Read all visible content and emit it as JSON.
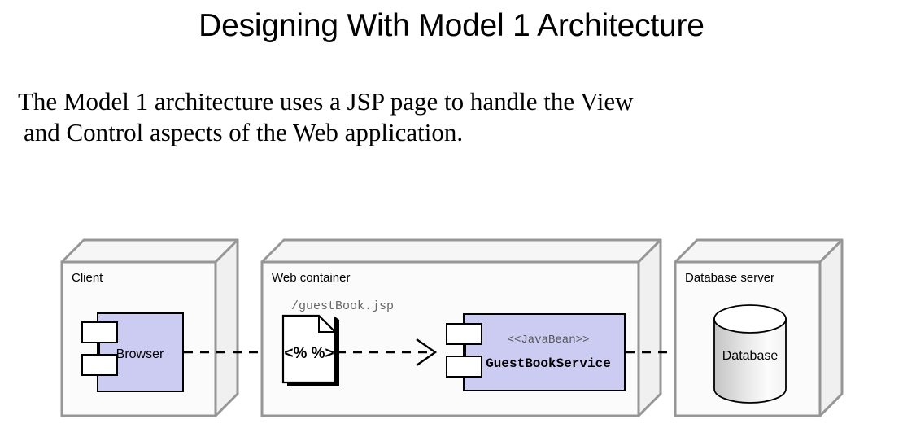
{
  "slide": {
    "title": "Designing With Model 1 Architecture",
    "body_line_1": "The Model 1 architecture uses a JSP page to handle the View",
    "body_line_2": "and Control aspects of the Web application."
  },
  "colors": {
    "component_fill": "#ccccf2",
    "component_stroke": "#000000",
    "node_face": "#fbfbfb",
    "node_top": "#f4f4f4",
    "node_side": "#f0f0f0",
    "node_stroke": "#969696",
    "cylinder_light": "#ffffff",
    "cylinder_dark": "#c8c8c8",
    "connector": "#000000",
    "background": "#ffffff"
  },
  "diagram": {
    "type": "uml-deployment-diagram",
    "nodes": [
      {
        "id": "client",
        "label": "Client",
        "shape": "3d-box",
        "contains": [
          {
            "id": "browser",
            "label": "Browser",
            "shape": "uml-component",
            "icon": "component-icon"
          }
        ]
      },
      {
        "id": "web-container",
        "label": "Web container",
        "shape": "3d-box",
        "contains": [
          {
            "id": "guestbook-jsp",
            "label": "/guestBook.jsp",
            "inner_text": "<% %>",
            "shape": "document",
            "icon": "jsp-page-icon"
          },
          {
            "id": "guestbookservice",
            "stereotype": "<<JavaBean>>",
            "label": "GuestBookService",
            "shape": "uml-component",
            "icon": "component-icon"
          }
        ]
      },
      {
        "id": "database-server",
        "label": "Database server",
        "shape": "3d-box",
        "contains": [
          {
            "id": "database",
            "label": "Database",
            "shape": "cylinder",
            "icon": "database-icon"
          }
        ]
      }
    ],
    "connectors": [
      {
        "id": "browser-to-jsp",
        "from": "browser",
        "to": "guestbook-jsp",
        "style": "dashed",
        "arrow": "open"
      },
      {
        "id": "jsp-to-service",
        "from": "guestbook-jsp",
        "to": "guestbookservice",
        "style": "dashed",
        "arrow": "open"
      },
      {
        "id": "service-to-database",
        "from": "guestbookservice",
        "to": "database",
        "style": "dashed",
        "arrow": "open"
      }
    ]
  }
}
